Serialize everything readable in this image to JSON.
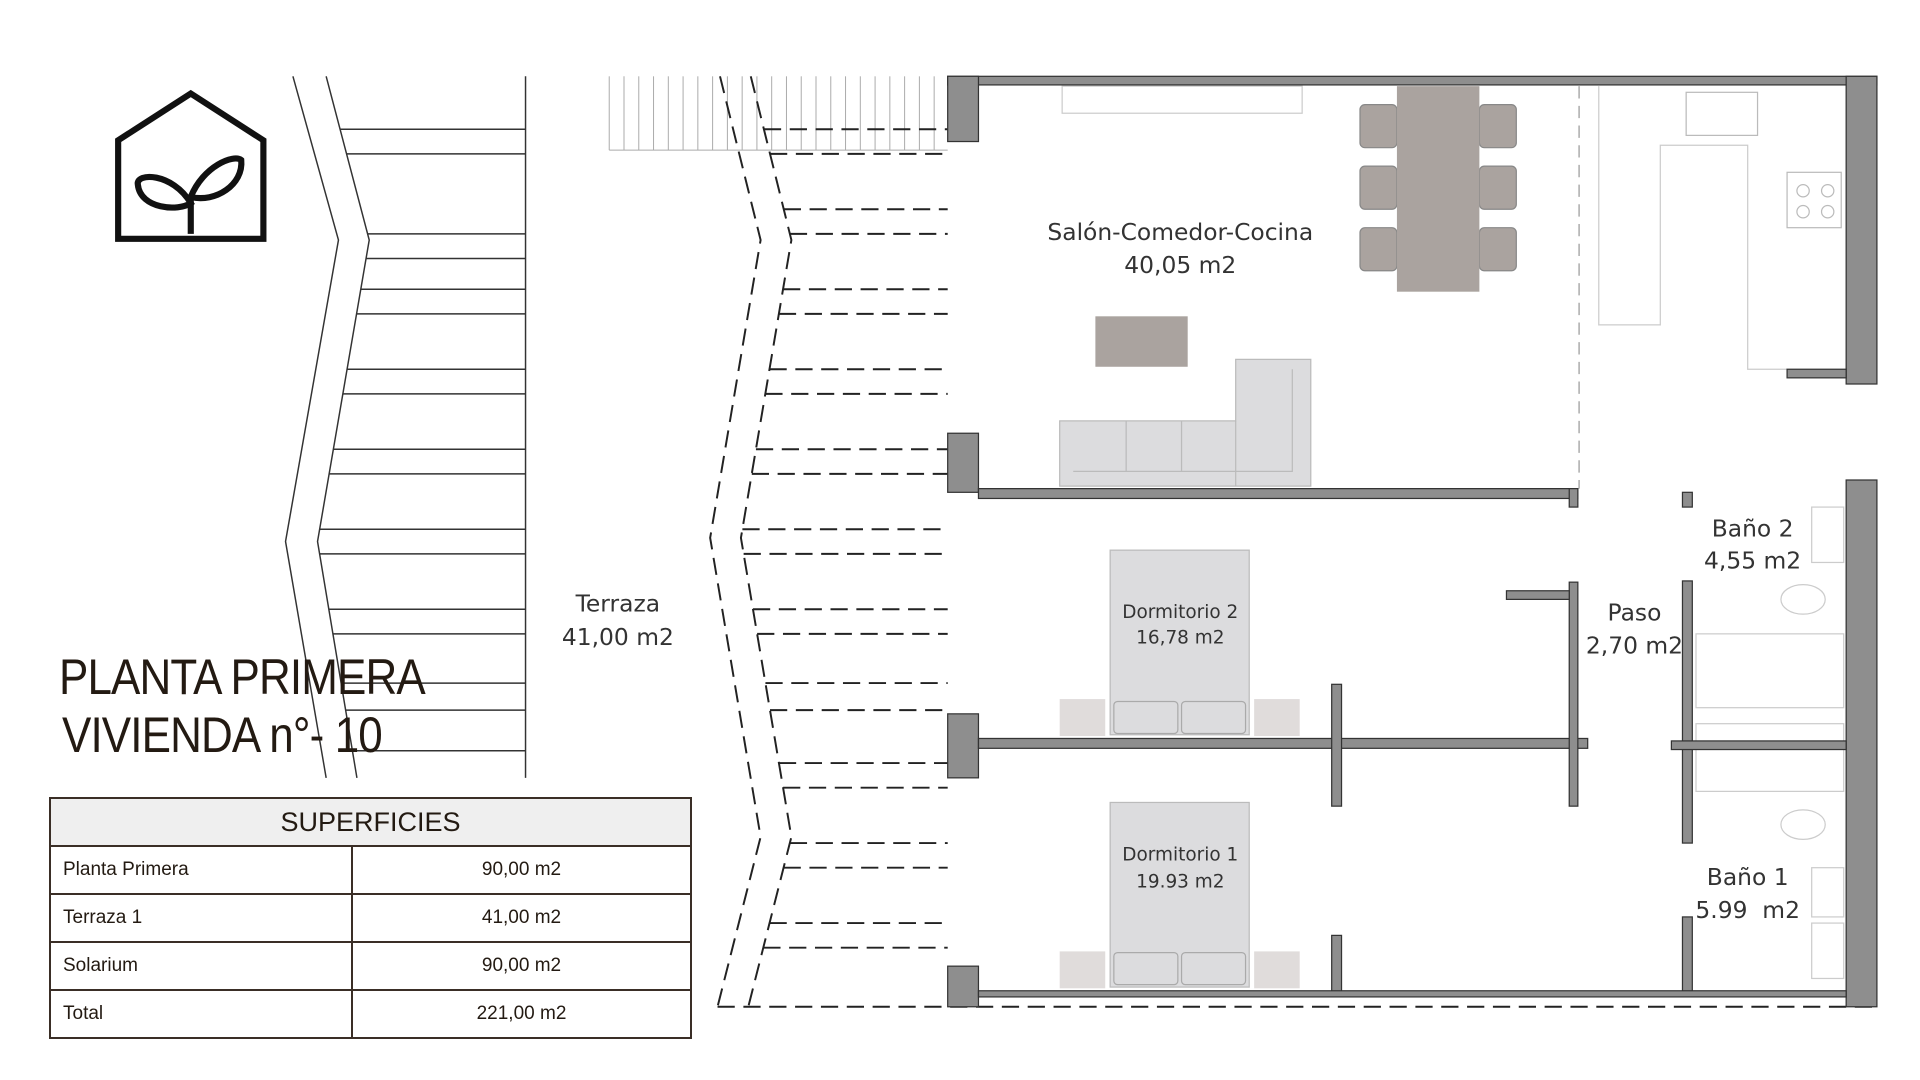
{
  "title": {
    "line1": "PLANTA PRIMERA",
    "line2": "VIVIENDA n°- 10"
  },
  "rooms": {
    "salon": {
      "name": "Salón-Comedor-Cocina",
      "area": "40,05 m2"
    },
    "terraza": {
      "name": "Terraza",
      "area": "41,00 m2"
    },
    "dormitorio2": {
      "name": "Dormitorio 2",
      "area": "16,78 m2"
    },
    "dormitorio1": {
      "name": "Dormitorio 1",
      "area": "19.93 m2"
    },
    "paso": {
      "name": "Paso",
      "area": "2,70 m2"
    },
    "bano2": {
      "name": "Baño 2",
      "area": "4,55 m2"
    },
    "bano1": {
      "name": "Baño 1",
      "area": "5.99  m2"
    }
  },
  "table": {
    "header": "SUPERFICIES",
    "rows": [
      {
        "label": "Planta Primera",
        "value": "90,00 m2"
      },
      {
        "label": "Terraza 1",
        "value": "41,00 m2"
      },
      {
        "label": "Solarium",
        "value": "90,00 m2"
      },
      {
        "label": "Total",
        "value": "221,00 m2"
      }
    ]
  },
  "colors": {
    "wall": "#8e8e8e",
    "furniture_dark": "#aaa39f",
    "furniture_light": "#dcdcde",
    "text": "#231a12"
  }
}
